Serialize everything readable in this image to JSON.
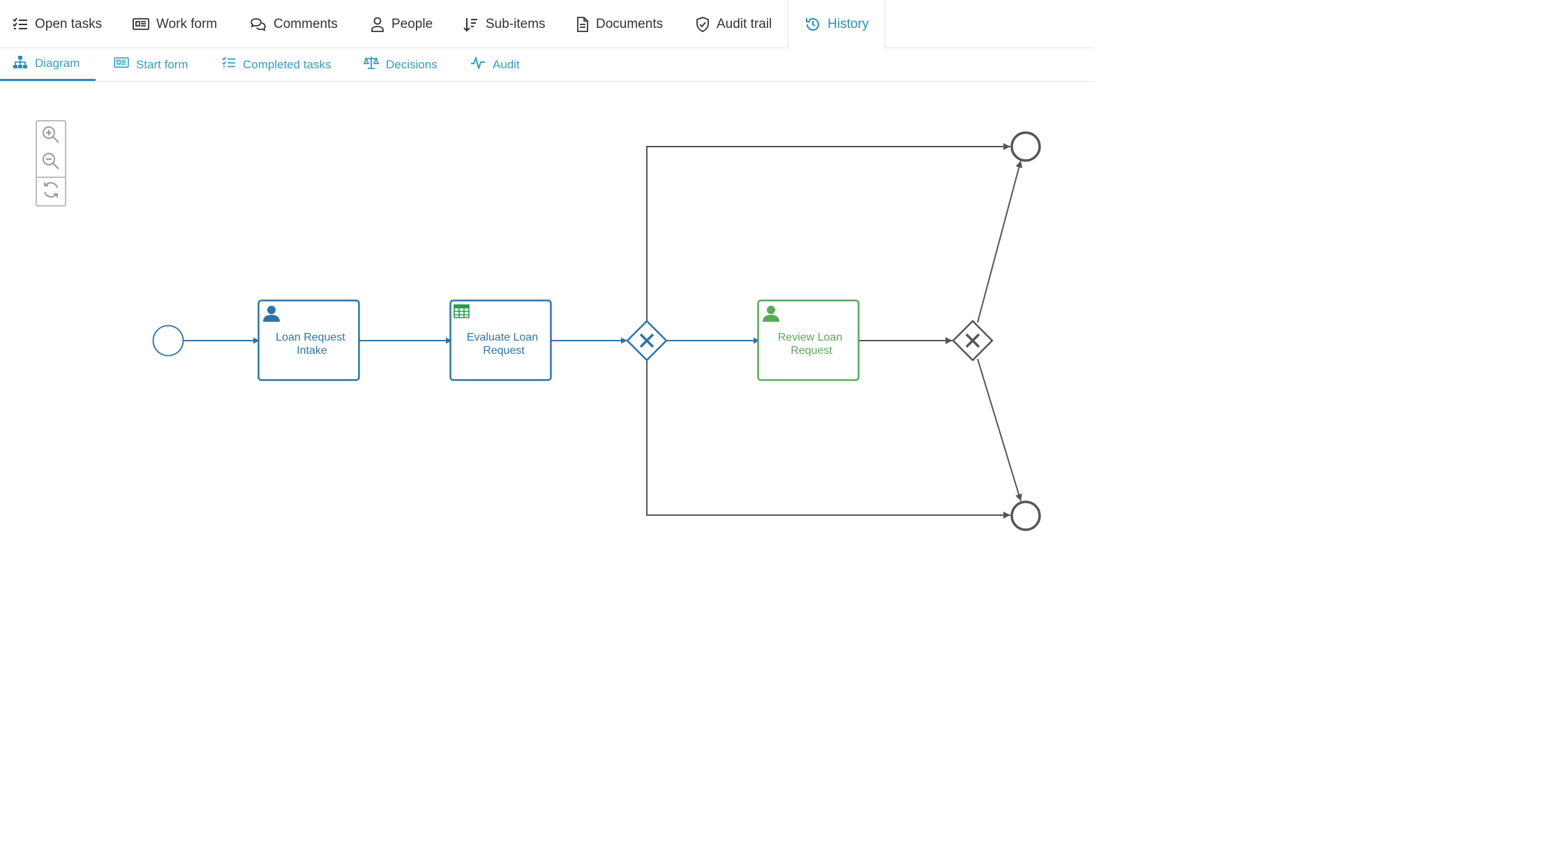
{
  "top_tabs": [
    {
      "label": "Open tasks",
      "icon": "task-list-icon"
    },
    {
      "label": "Work form",
      "icon": "form-icon"
    },
    {
      "label": "Comments",
      "icon": "comments-icon"
    },
    {
      "label": "People",
      "icon": "person-icon"
    },
    {
      "label": "Sub-items",
      "icon": "sort-icon"
    },
    {
      "label": "Documents",
      "icon": "document-icon"
    },
    {
      "label": "Audit trail",
      "icon": "shield-check-icon"
    },
    {
      "label": "History",
      "icon": "history-icon",
      "active": true
    }
  ],
  "sub_tabs": [
    {
      "label": "Diagram",
      "icon": "sitemap-icon",
      "active": true
    },
    {
      "label": "Start form",
      "icon": "form-icon"
    },
    {
      "label": "Completed tasks",
      "icon": "task-list-icon"
    },
    {
      "label": "Decisions",
      "icon": "scale-icon"
    },
    {
      "label": "Audit",
      "icon": "pulse-icon"
    }
  ],
  "zoom_controls": [
    "zoom-in-icon",
    "zoom-out-icon",
    "reset-icon"
  ],
  "diagram": {
    "tasks": {
      "intake": {
        "line1": "Loan Request",
        "line2": "Intake",
        "icon": "user-icon"
      },
      "evaluate": {
        "line1": "Evaluate Loan",
        "line2": "Request",
        "icon": "table-icon"
      },
      "review": {
        "line1": "Review Loan",
        "line2": "Request",
        "icon": "user-icon"
      }
    }
  },
  "colors": {
    "accent": "#2a8cb7",
    "completed": "#2f74a8",
    "active": "#5aa95a",
    "pending": "#555555",
    "decision_icon": "#2d9a4f"
  }
}
